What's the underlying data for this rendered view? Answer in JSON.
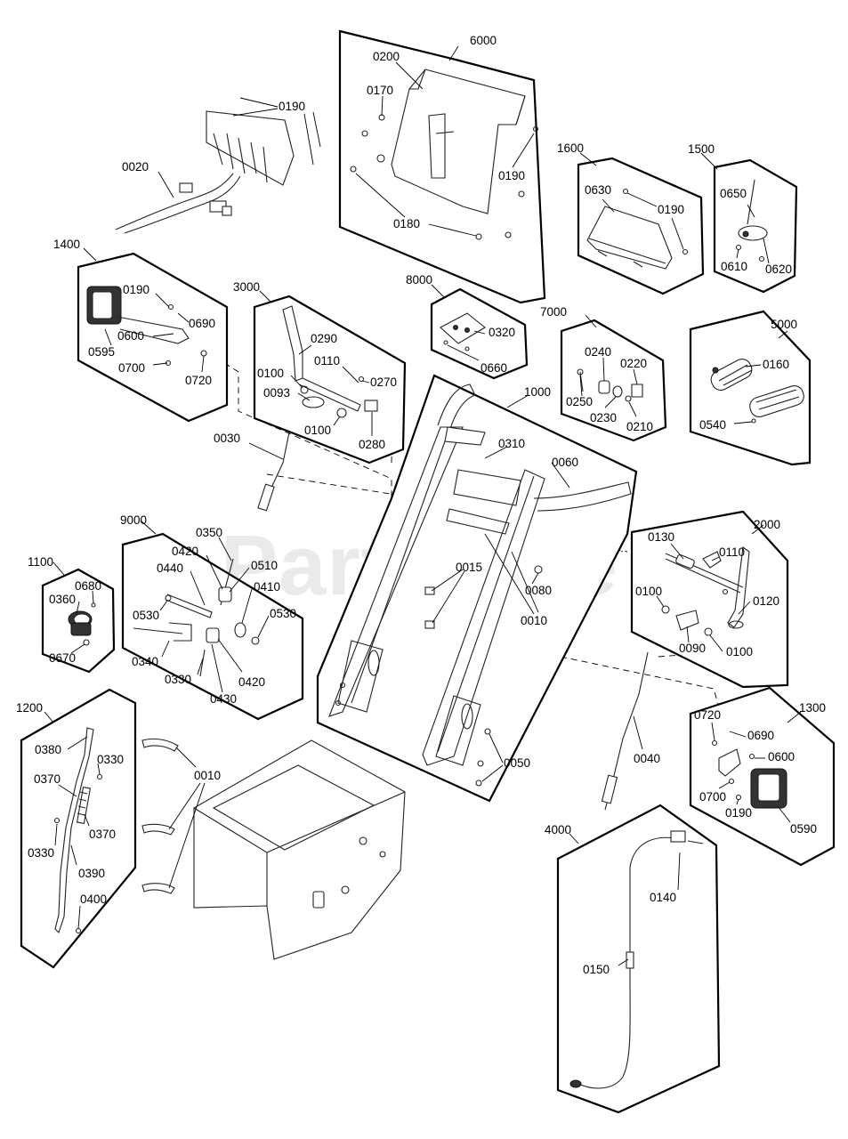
{
  "watermark": {
    "text": "PartsTree",
    "trademark": "™"
  },
  "assemblies": {
    "a6000": "6000",
    "a1600": "1600",
    "a1500": "1500",
    "a1400": "1400",
    "a3000": "3000",
    "a8000": "8000",
    "a7000": "7000",
    "a5000": "5000",
    "a1000": "1000",
    "a9000": "9000",
    "a1100": "1100",
    "a2000": "2000",
    "a1200": "1200",
    "a1300": "1300",
    "a4000": "4000"
  },
  "parts": {
    "top_0190": "0190",
    "top_0020": "0020",
    "p6000_0200": "0200",
    "p6000_0170": "0170",
    "p6000_0190": "0190",
    "p6000_0180": "0180",
    "p1600_0630": "0630",
    "p1600_0190": "0190",
    "p1500_0650": "0650",
    "p1500_0610": "0610",
    "p1500_0620": "0620",
    "p1400_0190": "0190",
    "p1400_0690": "0690",
    "p1400_0600": "0600",
    "p1400_0595": "0595",
    "p1400_0700": "0700",
    "p1400_0720": "0720",
    "p3000_0290": "0290",
    "p3000_0110": "0110",
    "p3000_0100a": "0100",
    "p3000_0270": "0270",
    "p3000_0093": "0093",
    "p3000_0100b": "0100",
    "p3000_0280": "0280",
    "p8000_0320": "0320",
    "p8000_0660": "0660",
    "p7000_0240": "0240",
    "p7000_0220": "0220",
    "p7000_0250": "0250",
    "p7000_0230": "0230",
    "p7000_0210": "0210",
    "p5000_0160": "0160",
    "p5000_0540": "0540",
    "mid_0030": "0030",
    "p1000_0310": "0310",
    "p1000_0060": "0060",
    "p1000_0015": "0015",
    "p1000_0080": "0080",
    "p1000_0010": "0010",
    "p1000_0050": "0050",
    "p9000_0350": "0350",
    "p9000_0420a": "0420",
    "p9000_0510": "0510",
    "p9000_0440": "0440",
    "p9000_0410": "0410",
    "p9000_0530a": "0530",
    "p9000_0530b": "0530",
    "p9000_0340": "0340",
    "p9000_0330": "0330",
    "p9000_0420b": "0420",
    "p9000_0430": "0430",
    "p1100_0680": "0680",
    "p1100_0360": "0360",
    "p1100_0670": "0670",
    "p2000_0130": "0130",
    "p2000_0110": "0110",
    "p2000_0100a": "0100",
    "p2000_0120": "0120",
    "p2000_0090": "0090",
    "p2000_0100b": "0100",
    "p1200_0380": "0380",
    "p1200_0330a": "0330",
    "p1200_0370a": "0370",
    "p1200_0370b": "0370",
    "p1200_0330b": "0330",
    "p1200_0390": "0390",
    "p1200_0400": "0400",
    "bot_0010": "0010",
    "mid_0040": "0040",
    "p1300_0720": "0720",
    "p1300_0690": "0690",
    "p1300_0600": "0600",
    "p1300_0700": "0700",
    "p1300_0190": "0190",
    "p1300_0590": "0590",
    "p4000_0140": "0140",
    "p4000_0150": "0150"
  }
}
